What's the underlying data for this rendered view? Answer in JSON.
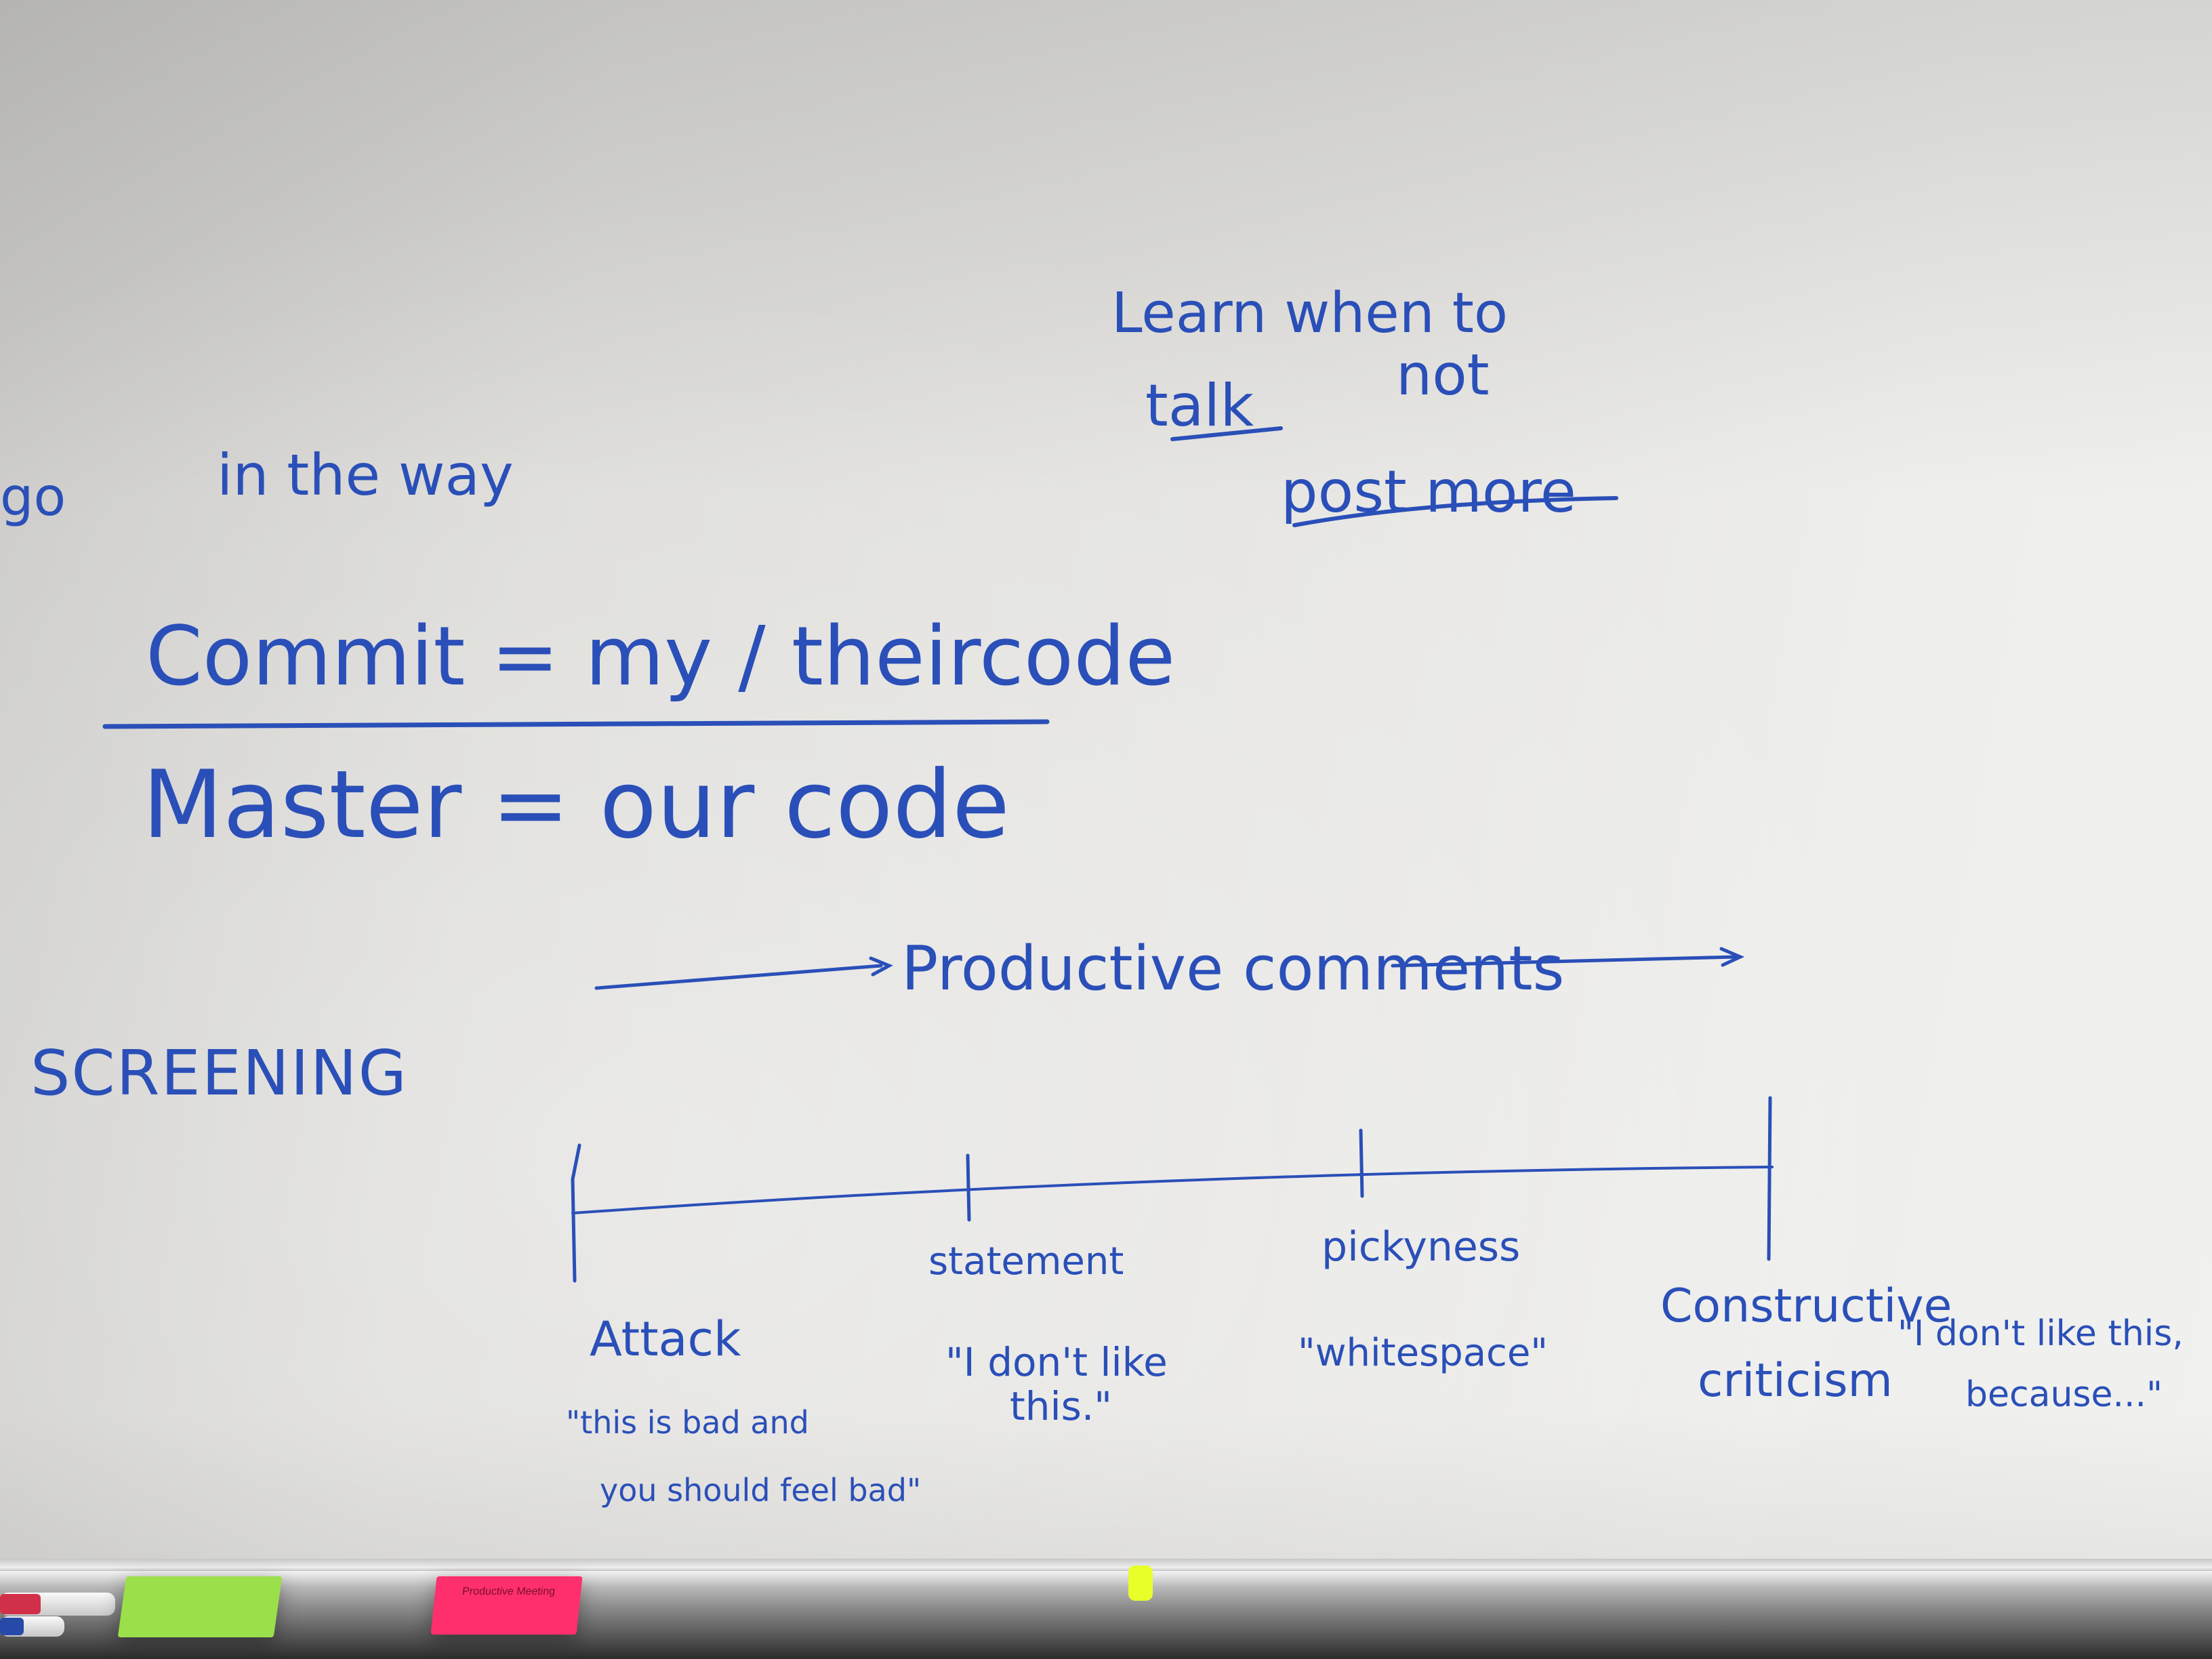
{
  "whiteboard": {
    "topright": {
      "line1": "Learn when to",
      "line2_talk": "talk",
      "line2_not": "not",
      "line3": "post more"
    },
    "partial_left": "go",
    "in_the_way": "in the way",
    "commit_eq": "Commit = my / theircode",
    "master_eq": "Master = our code",
    "productive": "Productive comments",
    "screening": "SCREENING",
    "scale": {
      "points": [
        {
          "label": "Attack",
          "quote_line1": "\"this is bad and",
          "quote_line2": "you should feel bad\""
        },
        {
          "label": "statement",
          "quote_line1": "\"I don't like",
          "quote_line2": "this.\""
        },
        {
          "label": "pickyness",
          "quote_line1": "\"whitespace\"",
          "quote_line2": ""
        },
        {
          "label_line1": "Constructive",
          "label_line2": "criticism",
          "quote_line1": "\"I don't like this,",
          "quote_line2": "because...\""
        }
      ]
    }
  },
  "tray": {
    "pink_note_text": "Productive Meeting"
  },
  "colors": {
    "ink": "#2a4fb8",
    "green_note": "#9be04a",
    "pink_note": "#ff2f6e",
    "yellow_marker": "#e8ff2a"
  }
}
